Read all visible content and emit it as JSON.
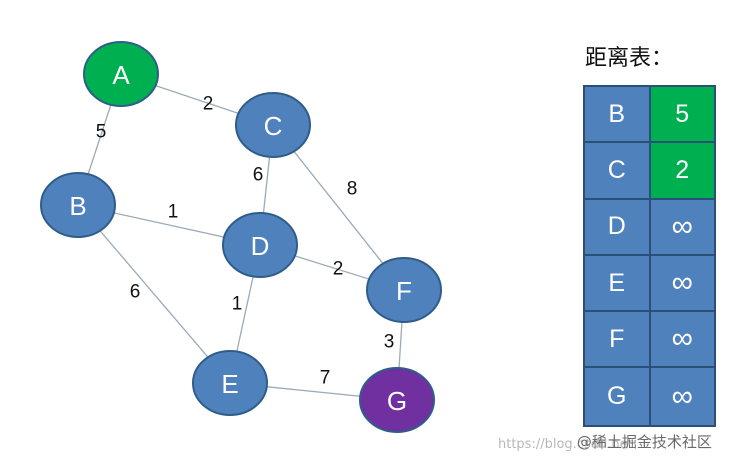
{
  "colors": {
    "node_default": "#4f81bd",
    "node_start": "#00b050",
    "node_target": "#7030a0",
    "table_visited": "#00b050",
    "table_default": "#4f81bd"
  },
  "nodes": [
    {
      "id": "A",
      "label": "A",
      "state": "start"
    },
    {
      "id": "B",
      "label": "B",
      "state": "default"
    },
    {
      "id": "C",
      "label": "C",
      "state": "default"
    },
    {
      "id": "D",
      "label": "D",
      "state": "default"
    },
    {
      "id": "E",
      "label": "E",
      "state": "default"
    },
    {
      "id": "F",
      "label": "F",
      "state": "default"
    },
    {
      "id": "G",
      "label": "G",
      "state": "target"
    }
  ],
  "edges": [
    {
      "from": "A",
      "to": "C",
      "weight": "2"
    },
    {
      "from": "A",
      "to": "B",
      "weight": "5"
    },
    {
      "from": "C",
      "to": "D",
      "weight": "6"
    },
    {
      "from": "C",
      "to": "F",
      "weight": "8"
    },
    {
      "from": "B",
      "to": "D",
      "weight": "1"
    },
    {
      "from": "B",
      "to": "E",
      "weight": "6"
    },
    {
      "from": "D",
      "to": "F",
      "weight": "2"
    },
    {
      "from": "D",
      "to": "E",
      "weight": "1"
    },
    {
      "from": "E",
      "to": "G",
      "weight": "7"
    },
    {
      "from": "F",
      "to": "G",
      "weight": "3"
    }
  ],
  "distance_table": {
    "title": "距离表：",
    "rows": [
      {
        "node": "B",
        "value": "5",
        "visited": true
      },
      {
        "node": "C",
        "value": "2",
        "visited": true
      },
      {
        "node": "D",
        "value": "∞",
        "visited": false
      },
      {
        "node": "E",
        "value": "∞",
        "visited": false
      },
      {
        "node": "F",
        "value": "∞",
        "visited": false
      },
      {
        "node": "G",
        "value": "∞",
        "visited": false
      }
    ]
  },
  "watermark": {
    "url_text": "https://blog.csdn.net",
    "brand_text": "@稀土掘金技术社区"
  }
}
